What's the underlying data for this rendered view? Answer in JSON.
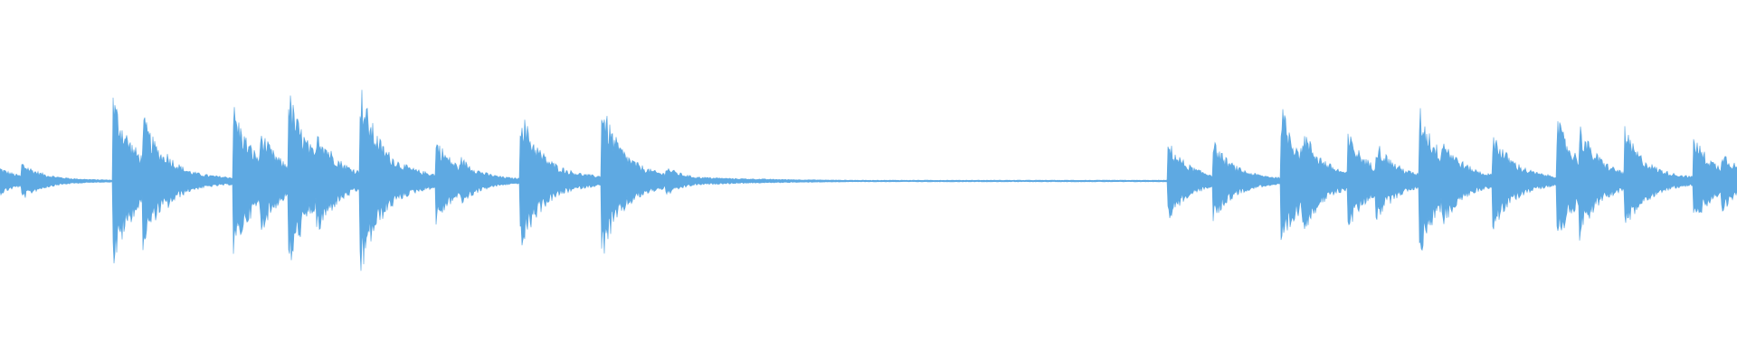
{
  "waveform": {
    "color": "#5ea9e2",
    "background": "#ffffff",
    "onsets": [
      {
        "t": 0.0,
        "a": 0.09
      },
      {
        "t": 0.012,
        "a": 0.13
      },
      {
        "t": 0.065,
        "a": 0.57
      },
      {
        "t": 0.082,
        "a": 0.44
      },
      {
        "t": 0.095,
        "a": 0.2
      },
      {
        "t": 0.134,
        "a": 0.51
      },
      {
        "t": 0.15,
        "a": 0.34
      },
      {
        "t": 0.166,
        "a": 0.6
      },
      {
        "t": 0.182,
        "a": 0.38
      },
      {
        "t": 0.207,
        "a": 0.65
      },
      {
        "t": 0.251,
        "a": 0.28
      },
      {
        "t": 0.265,
        "a": 0.16
      },
      {
        "t": 0.299,
        "a": 0.5
      },
      {
        "t": 0.346,
        "a": 0.53
      },
      {
        "t": 0.383,
        "a": 0.1
      },
      {
        "t": 0.672,
        "a": 0.27
      },
      {
        "t": 0.698,
        "a": 0.27
      },
      {
        "t": 0.737,
        "a": 0.51
      },
      {
        "t": 0.75,
        "a": 0.35
      },
      {
        "t": 0.776,
        "a": 0.32
      },
      {
        "t": 0.792,
        "a": 0.27
      },
      {
        "t": 0.817,
        "a": 0.5
      },
      {
        "t": 0.83,
        "a": 0.31
      },
      {
        "t": 0.859,
        "a": 0.34
      },
      {
        "t": 0.896,
        "a": 0.42
      },
      {
        "t": 0.909,
        "a": 0.38
      },
      {
        "t": 0.935,
        "a": 0.35
      },
      {
        "t": 0.975,
        "a": 0.3
      },
      {
        "t": 0.991,
        "a": 0.21
      }
    ]
  }
}
